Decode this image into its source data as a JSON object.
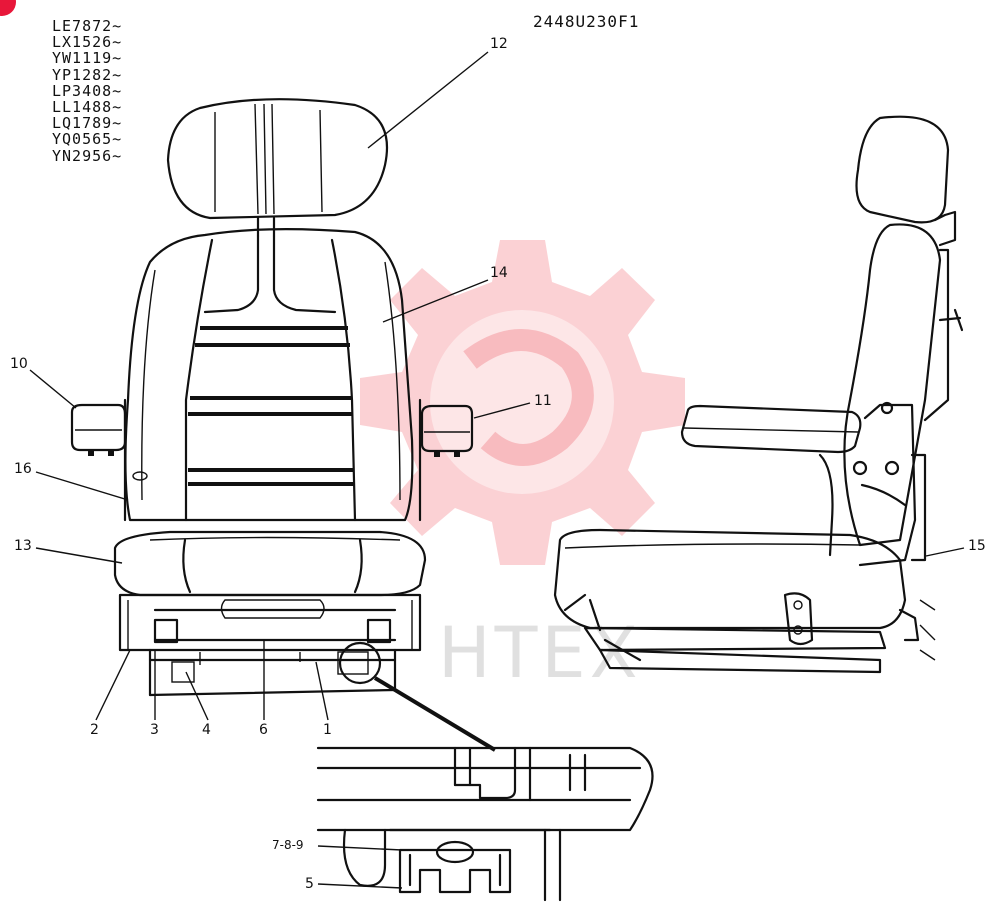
{
  "drawing_id": "2448U230F1",
  "serial_numbers": [
    "LE7872~",
    "LX1526~",
    "YW1119~",
    "YP1282~",
    "LP3408~",
    "LL1488~",
    "LQ1789~",
    "YQ0565~",
    "YN2956~"
  ],
  "callouts": {
    "c1": "1",
    "c2": "2",
    "c3": "3",
    "c4": "4",
    "c5": "5",
    "c6": "6",
    "c789": "7-8-9",
    "c10": "10",
    "c11": "11",
    "c12": "12",
    "c13": "13",
    "c14": "14",
    "c15": "15",
    "c16": "16"
  },
  "watermark": "HTEX",
  "colors": {
    "line": "#111111",
    "watermark": "#f05a64",
    "corner_dot": "#e8173a"
  }
}
